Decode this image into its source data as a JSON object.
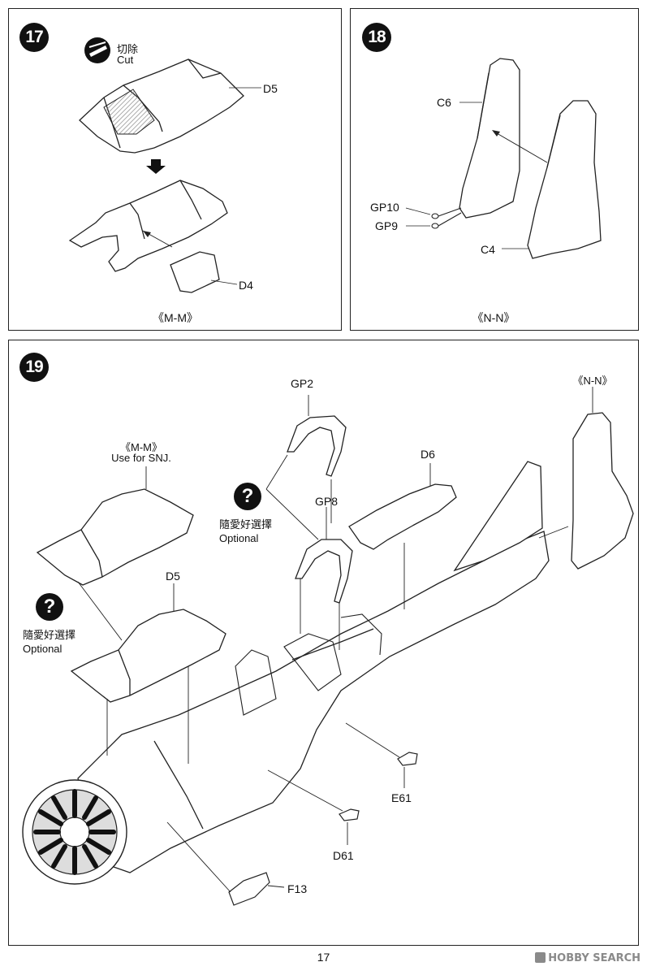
{
  "step17": {
    "number": "17",
    "cut_cn": "切除",
    "cut_en": "Cut",
    "part_top": "D5",
    "part_bottom": "D4",
    "caption": "《M-M》"
  },
  "step18": {
    "number": "18",
    "parts": [
      "C6",
      "GP10",
      "GP9",
      "C4"
    ],
    "caption": "《N-N》"
  },
  "step19": {
    "number": "19",
    "nn_ref": "《N-N》",
    "mm_ref": "《M-M》",
    "mm_note": "Use for SNJ.",
    "optional1_cn": "隨愛好選擇",
    "optional1_en": "Optional",
    "optional2_cn": "隨愛好選擇",
    "optional2_en": "Optional",
    "q_symbol": "?",
    "parts": {
      "gp2": "GP2",
      "gp8": "GP8",
      "d6": "D6",
      "d5": "D5",
      "e61": "E61",
      "d61": "D61",
      "f13": "F13"
    }
  },
  "page_number": "17",
  "watermark": "HOBBY SEARCH"
}
